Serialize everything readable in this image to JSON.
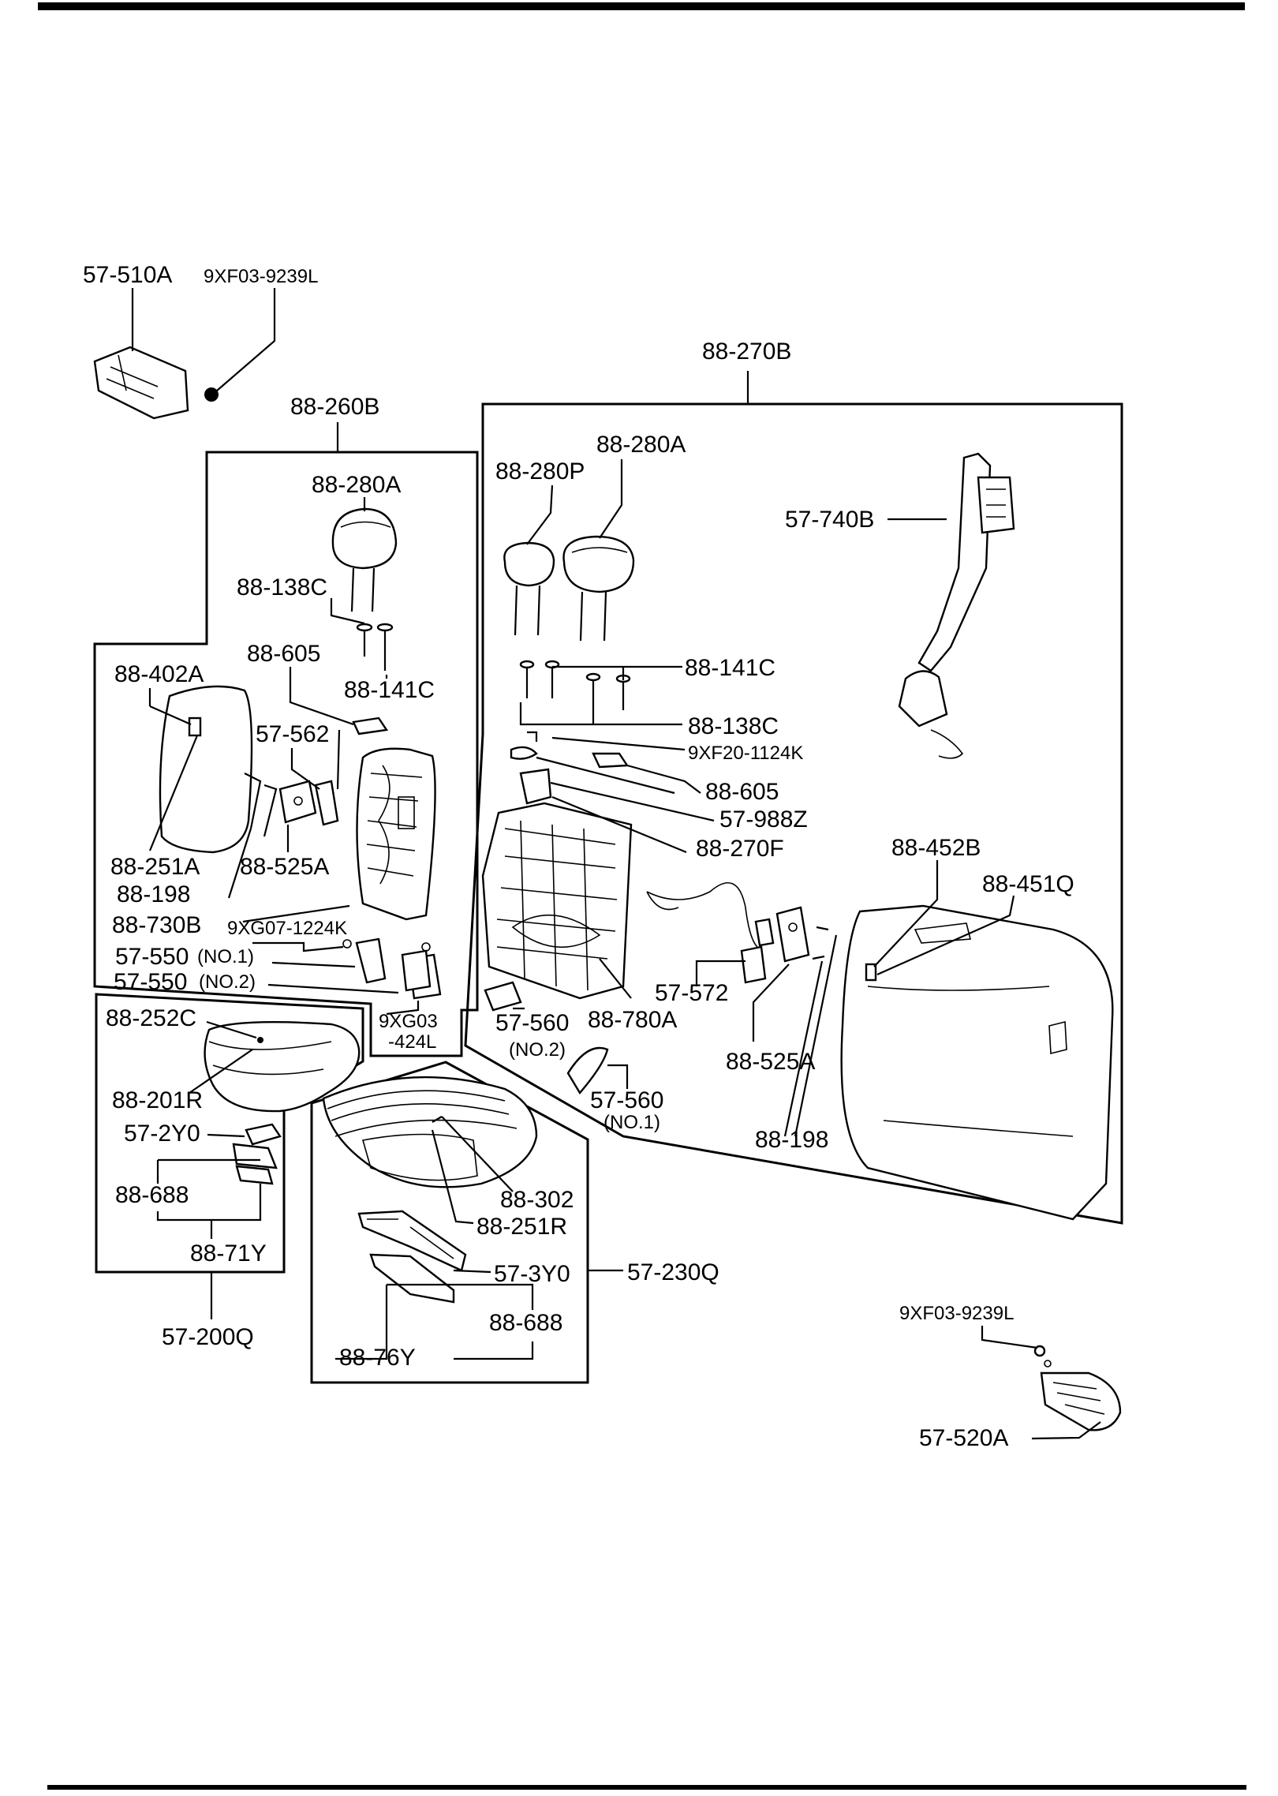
{
  "labels": {
    "57_510A": "57-510A",
    "9XF03_9239L_top": "9XF03-9239L",
    "88_270B": "88-270B",
    "88_260B": "88-260B",
    "88_280A_left": "88-280A",
    "88_280P": "88-280P",
    "88_280A_right": "88-280A",
    "57_740B": "57-740B",
    "88_138C_left": "88-138C",
    "88_605_left": "88-605",
    "88_141C_left": "88-141C",
    "88_402A": "88-402A",
    "57_562": "57-562",
    "88_141C_right": "88-141C",
    "88_138C_right": "88-138C",
    "9XF20_1124K": "9XF20-1124K",
    "88_605_right": "88-605",
    "57_988Z": "57-988Z",
    "88_270F": "88-270F",
    "88_251A": "88-251A",
    "88_525A_left": "88-525A",
    "88_198_left": "88-198",
    "88_730B": "88-730B",
    "9XG07_1224K": "9XG07-1224K",
    "57_550_1": "57-550",
    "no1_a": "(NO.1)",
    "57_550_2": "57-550",
    "no2_a": "(NO.2)",
    "88_452B": "88-452B",
    "88_451Q": "88-451Q",
    "57_572": "57-572",
    "88_252C": "88-252C",
    "9XG03_a": "9XG03",
    "9XG03_b": "-424L",
    "57_560_2": "57-560",
    "no2_b": "(NO.2)",
    "88_780A": "88-780A",
    "88_525A_right": "88-525A",
    "88_201R": "88-201R",
    "57_560_1": "57-560",
    "no1_b": "(NO.1)",
    "57_2Y0": "57-2Y0",
    "88_198_right": "88-198",
    "88_688_left": "88-688",
    "88_302": "88-302",
    "88_251R": "88-251R",
    "88_71Y": "88-71Y",
    "57_3Y0": "57-3Y0",
    "57_230Q": "57-230Q",
    "88_688_right": "88-688",
    "57_200Q": "57-200Q",
    "88_76Y": "88-76Y",
    "9XF03_9239L_bottom": "9XF03-9239L",
    "57_520A": "57-520A"
  }
}
